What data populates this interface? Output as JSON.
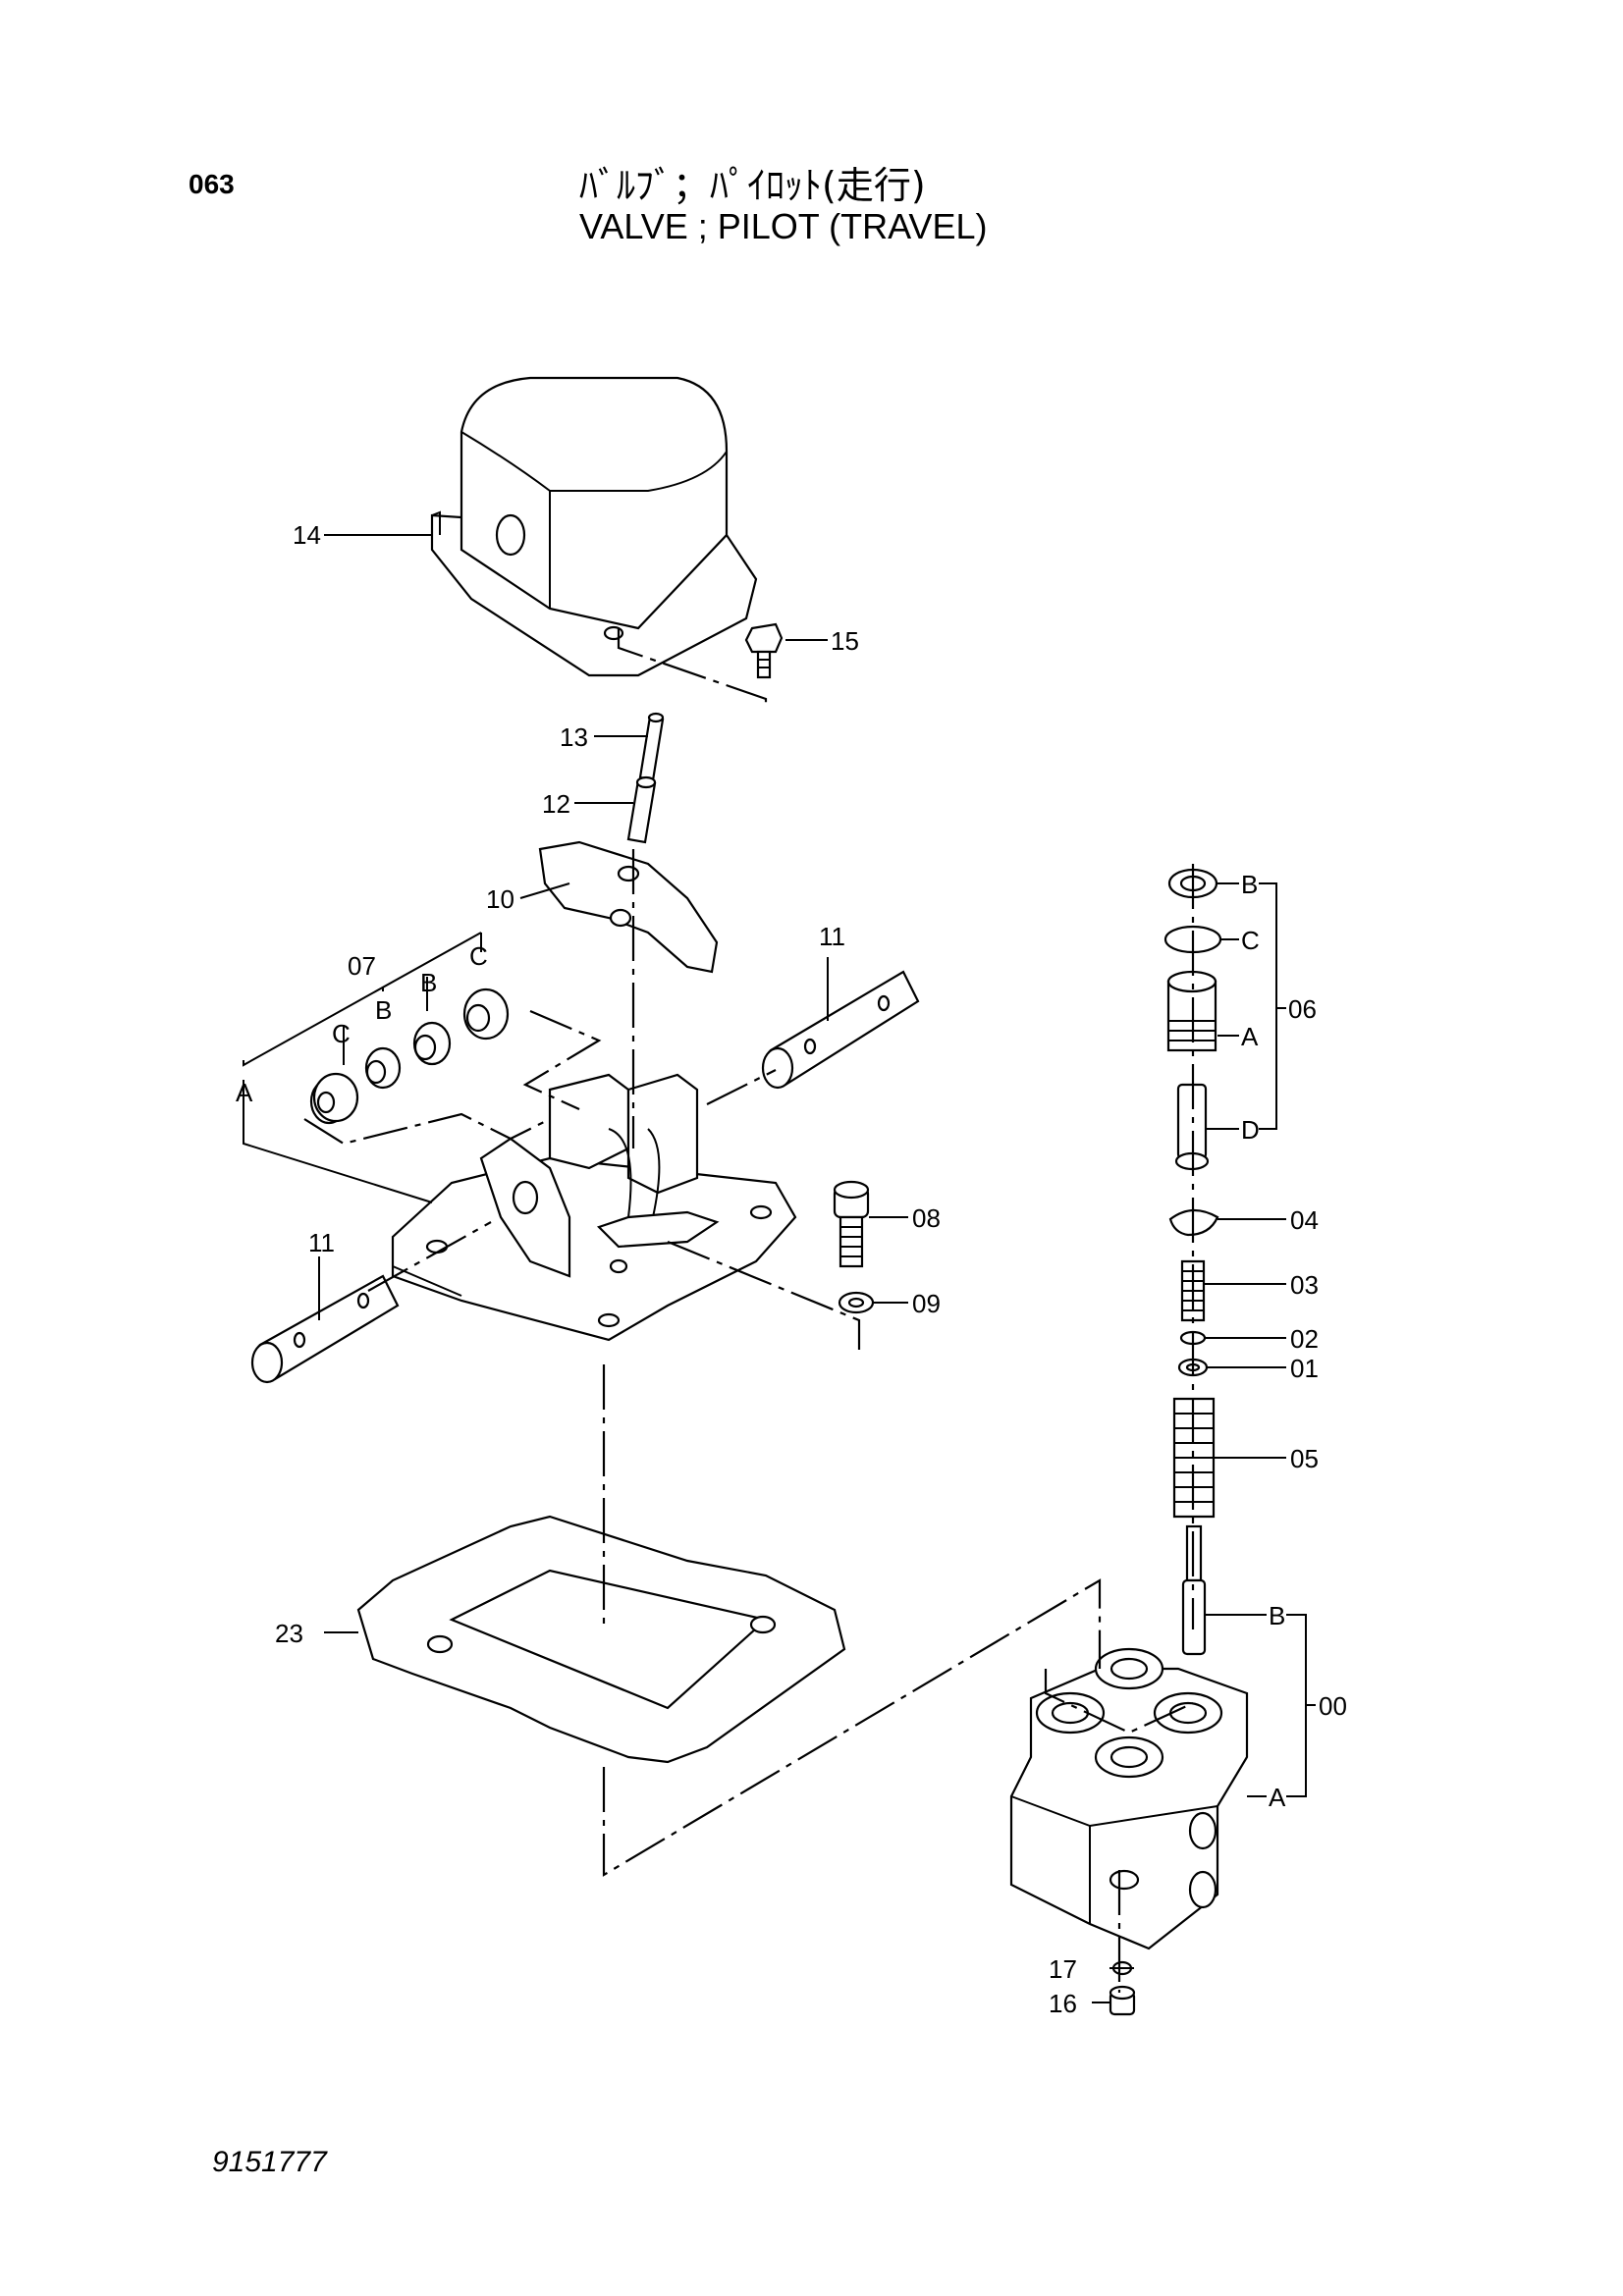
{
  "header": {
    "page_number": "063",
    "title_jp": "ﾊﾞﾙﾌﾞ；ﾊﾟｲﾛｯﾄ(走行)",
    "title_en": "VALVE ; PILOT (TRAVEL)"
  },
  "footer": {
    "document_code": "9151777"
  },
  "callouts": {
    "c14": "14",
    "c15": "15",
    "c13": "13",
    "c12": "12",
    "c10": "10",
    "c11a": "11",
    "c11b": "11",
    "c07": "07",
    "c08": "08",
    "c09": "09",
    "c23": "23",
    "c06": "06",
    "c04": "04",
    "c03": "03",
    "c02": "02",
    "c01": "01",
    "c05": "05",
    "c00": "00",
    "c17": "17",
    "c16": "16",
    "sub_a1": "A",
    "sub_b1": "B",
    "sub_c1": "C",
    "sub_b2": "B",
    "sub_c2": "C",
    "r_b1": "B",
    "r_c1": "C",
    "r_a1": "A",
    "r_d1": "D",
    "r_b2": "B",
    "r_a2": "A"
  }
}
